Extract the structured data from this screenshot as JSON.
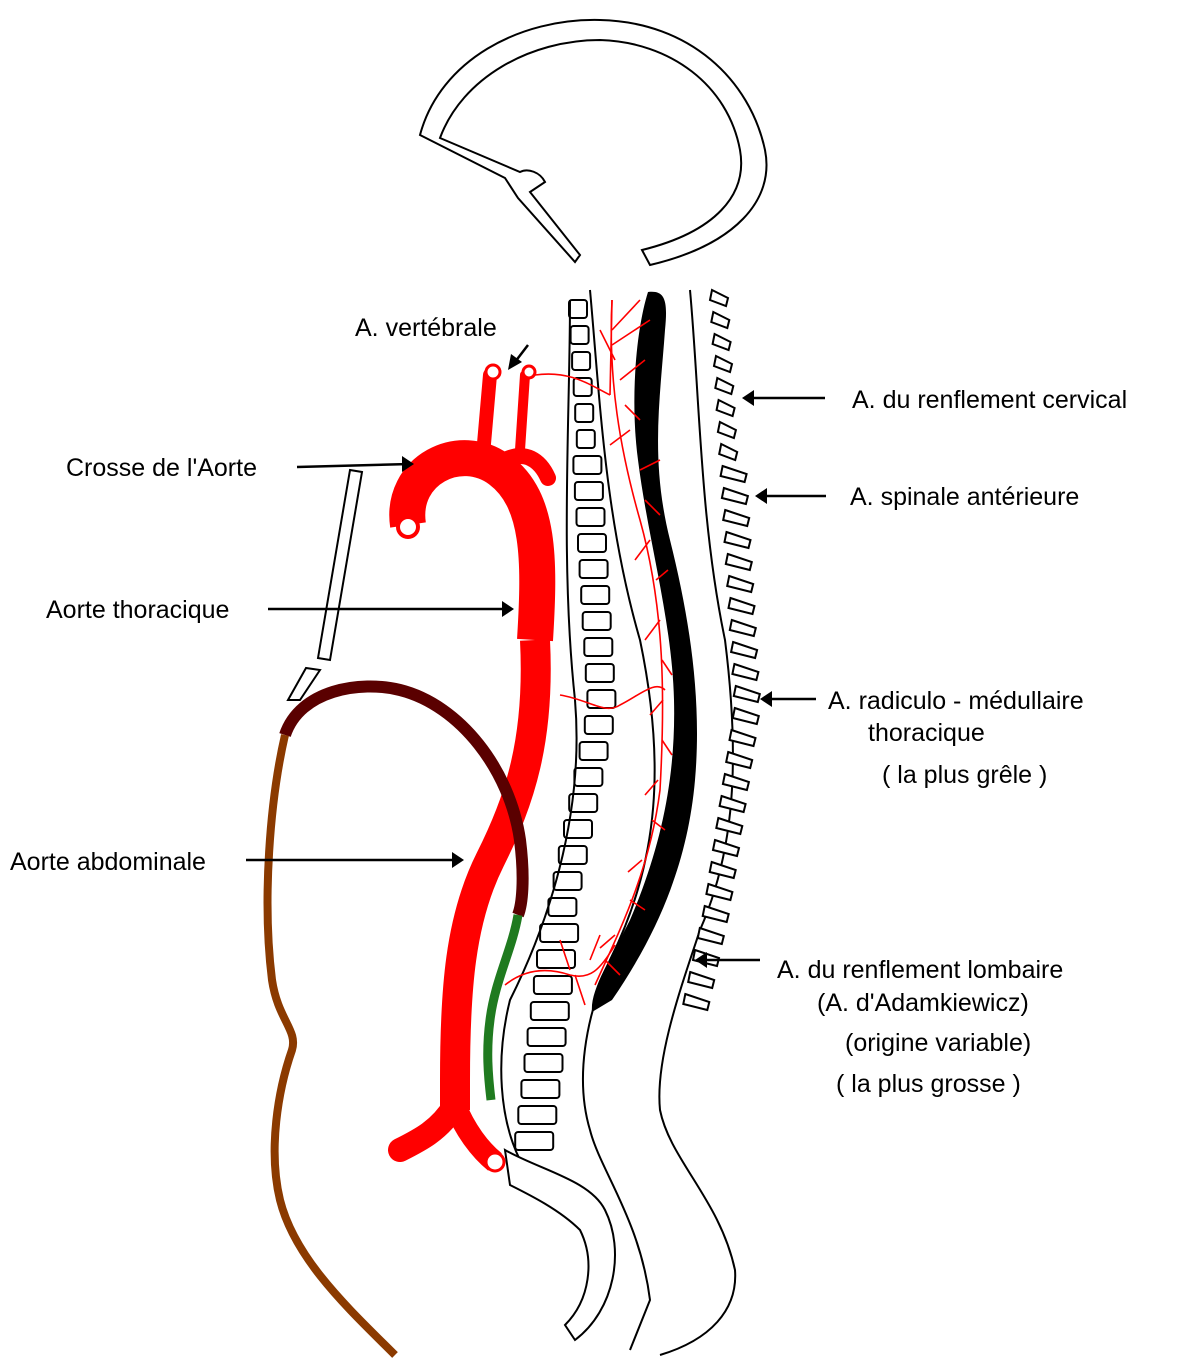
{
  "labels": {
    "vertebrale": "A. vertébrale",
    "crosse": "Crosse de l'Aorte",
    "thoracique": "Aorte thoracique",
    "abdominale": "Aorte abdominale",
    "cervical": "A. du renflement cervical",
    "spinale": "A. spinale antérieure",
    "radiculo_1": "A. radiculo - médullaire",
    "radiculo_2": "thoracique",
    "radiculo_3": "( la plus grêle )",
    "lombaire_1": "A. du renflement lombaire",
    "lombaire_2": "(A. d'Adamkiewicz)",
    "lombaire_3": "(origine variable)",
    "lombaire_4": "( la plus grosse )"
  },
  "colors": {
    "aorta": "#ff0000",
    "spinal_cord": "#000000",
    "renal_vessel_dark": "#5a0000",
    "renal_vessel_brown": "#8b3a00",
    "lumbar_vessel": "#1f7a1f",
    "arterioles": "#ff0000"
  }
}
